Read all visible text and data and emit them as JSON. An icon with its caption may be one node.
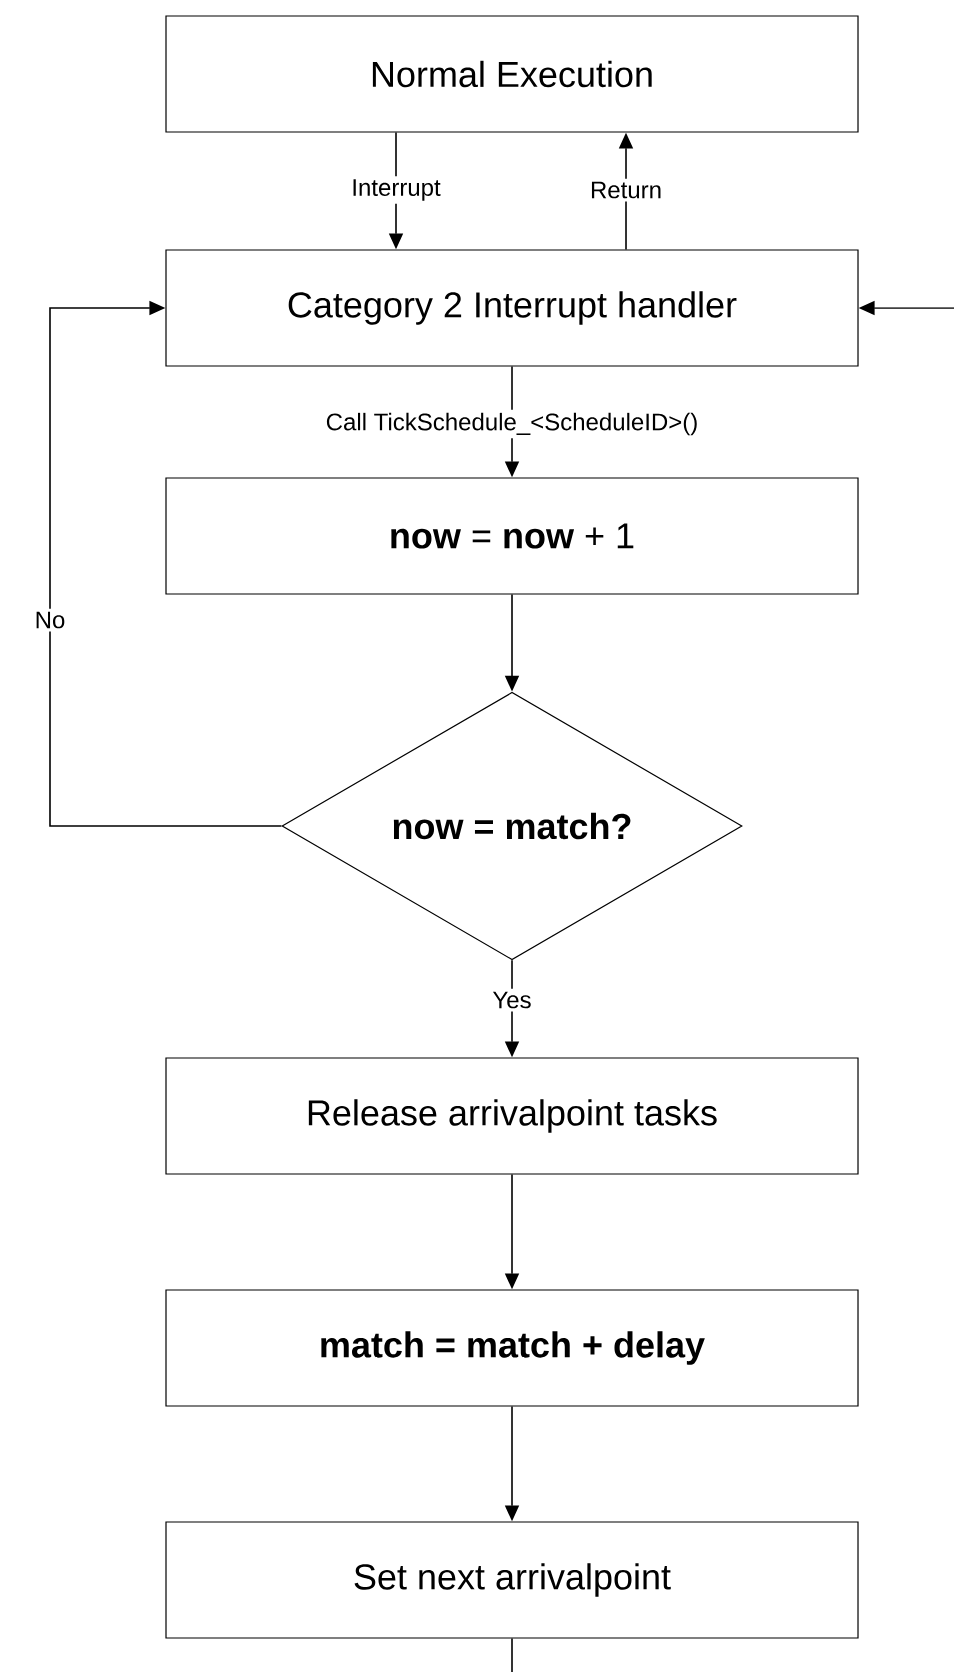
{
  "diagram": {
    "nodes": [
      {
        "text": [
          "Normal Execution"
        ]
      },
      {
        "text": [
          "Category 2 Interrupt handler"
        ]
      },
      {
        "text": [
          "**now** = **now** + 1"
        ]
      },
      {
        "text": [
          "now = match?"
        ]
      },
      {
        "text": [
          "Release arrivalpoint tasks"
        ]
      },
      {
        "text": [
          "match =  match + delay"
        ]
      },
      {
        "text": [
          "Set next arrivalpoint"
        ]
      }
    ],
    "edges": [
      {
        "from": 0,
        "to": 1,
        "arrow": "to",
        "label": "Interrupt"
      },
      {
        "from": 1,
        "to": 0,
        "arrow": "to",
        "label": "Return"
      },
      {
        "from": 1,
        "to": 2,
        "arrow": "to",
        "label": "Call TickSchedule_<ScheduleID>()"
      },
      {
        "from": 2,
        "to": 3,
        "arrow": "to"
      },
      {
        "from": 3,
        "to": 1,
        "arrow": "to",
        "label": "No"
      },
      {
        "from": 3,
        "to": 4,
        "arrow": "to",
        "label": "Yes"
      },
      {
        "from": 4,
        "to": 5,
        "arrow": "to"
      },
      {
        "from": 5,
        "to": 6,
        "arrow": "to"
      },
      {
        "from": 6,
        "to": null,
        "arrow": "none"
      },
      {
        "from": null,
        "to": 1,
        "arrow": "to"
      }
    ]
  }
}
